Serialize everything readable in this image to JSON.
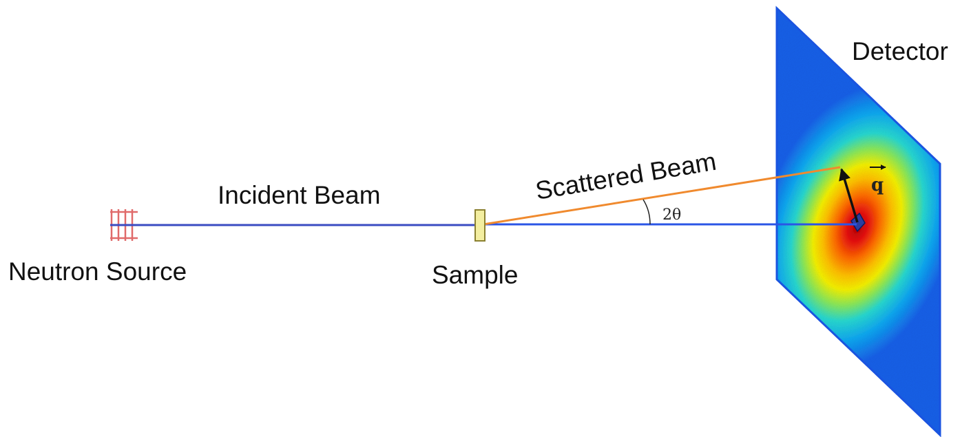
{
  "labels": {
    "neutron_source": "Neutron Source",
    "incident_beam": "Incident Beam",
    "sample": "Sample",
    "scattered_beam": "Scattered Beam",
    "detector": "Detector",
    "angle": "2θ",
    "vector": "q"
  },
  "colors": {
    "incident_beam": "#3a4bc2",
    "direct_beam": "#2a55e6",
    "scattered_beam": "#f08a2e",
    "source_marks": "#e06a6a",
    "sample_fill": "#f3eea0",
    "sample_stroke": "#8a8030",
    "detector_edge": "#1a54e0",
    "q_arrow": "#111111"
  }
}
